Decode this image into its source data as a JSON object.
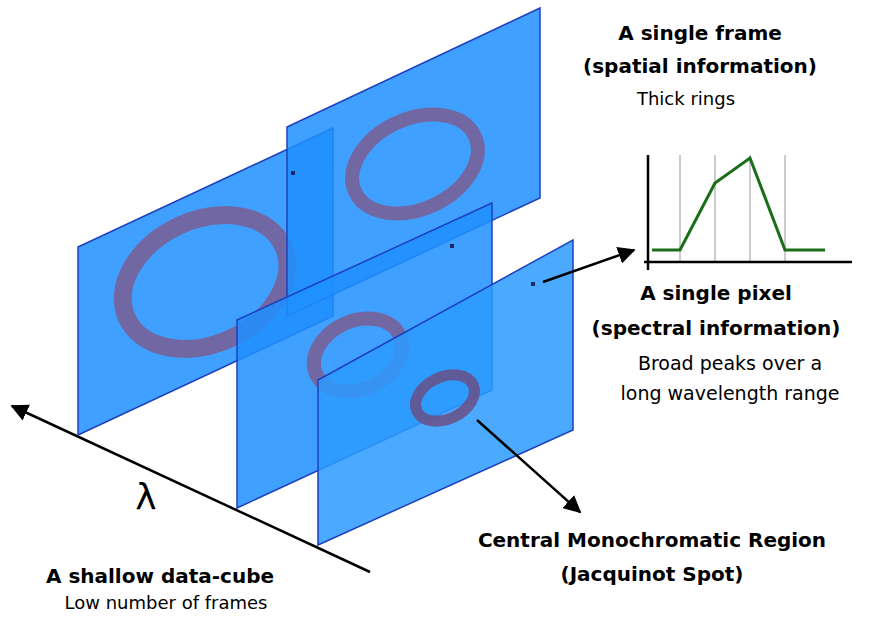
{
  "diagram": {
    "labels": [
      "A single frame (spatial information)",
      "Thick rings",
      "A single pixel (spectral information)",
      "Broad peaks over a long wavelength range",
      "Central Monochromatic Region (Jacquinot Spot)",
      "λ",
      "A shallow data-cube",
      "Low number of frames"
    ]
  }
}
